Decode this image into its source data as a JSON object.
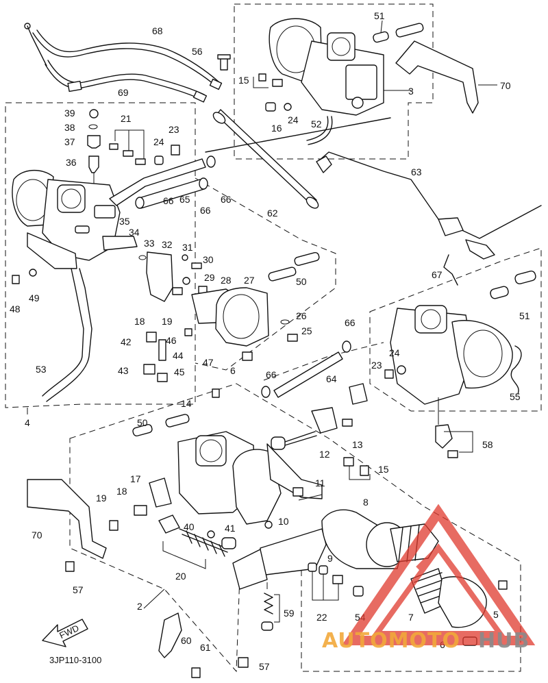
{
  "diagram": {
    "code": "3JP110-3100",
    "fwd_label": "FWD",
    "watermark": {
      "part1": "AUTOMOTO",
      "part2": "HUB"
    },
    "colors": {
      "line": "#111111",
      "watermark_red": "#e03a2e",
      "watermark_orange": "#f2a93b",
      "watermark_gray": "#8a8a8a"
    },
    "callouts": {
      "c2": "2",
      "c3": "3",
      "c4": "4",
      "c5": "5",
      "c6a": "6",
      "c6b": "6",
      "c7": "7",
      "c8": "8",
      "c9": "9",
      "c10": "10",
      "c11": "11",
      "c12": "12",
      "c13": "13",
      "c14": "14",
      "c15a": "15",
      "c15b": "15",
      "c16": "16",
      "c17": "17",
      "c18a": "18",
      "c18b": "18",
      "c19a": "19",
      "c19b": "19",
      "c20": "20",
      "c21": "21",
      "c22": "22",
      "c23a": "23",
      "c23b": "23",
      "c24a": "24",
      "c24b": "24",
      "c24c": "24",
      "c25": "25",
      "c26": "26",
      "c27": "27",
      "c28": "28",
      "c29": "29",
      "c30": "30",
      "c31": "31",
      "c32": "32",
      "c33": "33",
      "c34": "34",
      "c35": "35",
      "c36": "36",
      "c37": "37",
      "c38": "38",
      "c39": "39",
      "c40": "40",
      "c41": "41",
      "c42": "42",
      "c43": "43",
      "c44": "44",
      "c45": "45",
      "c46": "46",
      "c47": "47",
      "c48": "48",
      "c49": "49",
      "c50a": "50",
      "c50b": "50",
      "c51a": "51",
      "c51b": "51",
      "c52": "52",
      "c53": "53",
      "c54": "54",
      "c55": "55",
      "c56": "56",
      "c57a": "57",
      "c57b": "57",
      "c58": "58",
      "c59": "59",
      "c60": "60",
      "c61": "61",
      "c62": "62",
      "c63": "63",
      "c64": "64",
      "c65": "65",
      "c66a": "66",
      "c66b": "66",
      "c66c": "66",
      "c66d": "66",
      "c67": "67",
      "c68": "68",
      "c69": "69",
      "c70a": "70",
      "c70b": "70"
    }
  }
}
